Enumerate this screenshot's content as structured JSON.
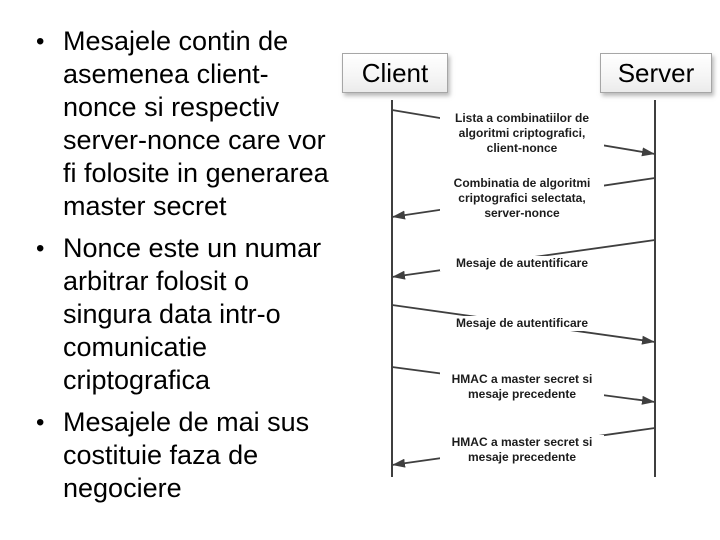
{
  "slide": {
    "bullets": [
      {
        "marker": "•",
        "text": "Mesajele contin de\nasemenea client-\nnonce si respectiv\nserver-nonce care vor\nfi folosite in generarea\nmaster secret"
      },
      {
        "marker": "•",
        "text": "Nonce este un numar\narbitrar folosit o\nsingura data intr-o\ncomunicatie\ncriptografica"
      },
      {
        "marker": "•",
        "text": "Mesajele de mai sus\ncostituie faza de\nnegociere"
      }
    ]
  },
  "diagram": {
    "actors": [
      {
        "id": "client",
        "label": "Client"
      },
      {
        "id": "server",
        "label": "Server"
      }
    ],
    "messages": [
      {
        "from": "client",
        "to": "server",
        "label": "Lista a combinatiilor de\nalgoritmi criptografici,\nclient-nonce"
      },
      {
        "from": "server",
        "to": "client",
        "label": "Combinatia de algoritmi\ncriptografici selectata,\nserver-nonce"
      },
      {
        "from": "server",
        "to": "client",
        "label": "Mesaje de autentificare"
      },
      {
        "from": "client",
        "to": "server",
        "label": "Mesaje de autentificare"
      },
      {
        "from": "client",
        "to": "server",
        "label": "HMAC a master secret si\nmesaje precedente"
      },
      {
        "from": "server",
        "to": "client",
        "label": "HMAC a master secret si\nmesaje precedente"
      }
    ],
    "colors": {
      "line": "#3f3f3f",
      "label_text": "#1c1c1c",
      "box_border": "#a6a6a6",
      "body_text": "#000000",
      "background": "#ffffff"
    }
  }
}
